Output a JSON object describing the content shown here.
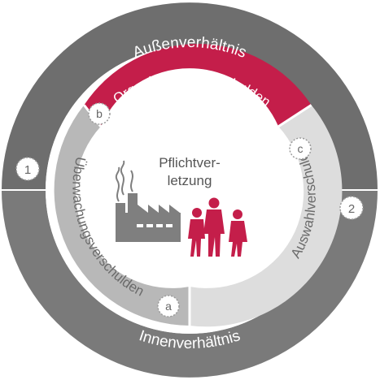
{
  "outer": {
    "top_label": "Außenverhältnis",
    "bottom_label": "Innenverhältnis",
    "badge_1": "1",
    "badge_2": "2"
  },
  "inner": {
    "segment_b": {
      "badge": "b",
      "label": "Organisationsverschulden"
    },
    "segment_c": {
      "badge": "c",
      "label": "Auswahlverschulden"
    },
    "segment_a": {
      "badge": "a",
      "label": "Überwachungsverschulden"
    }
  },
  "center": {
    "line1": "Pflichtver-",
    "line2": "letzung"
  },
  "colors": {
    "outer_top": "#6e6e6e",
    "outer_bottom": "#7a7a7a",
    "accent": "#c41e4a",
    "segment_left": "#b8b8b8",
    "segment_right": "#dddddd",
    "factory": "#7f7f7f",
    "people": "#c41e4a"
  },
  "icons": [
    "factory-icon",
    "people-icon"
  ]
}
